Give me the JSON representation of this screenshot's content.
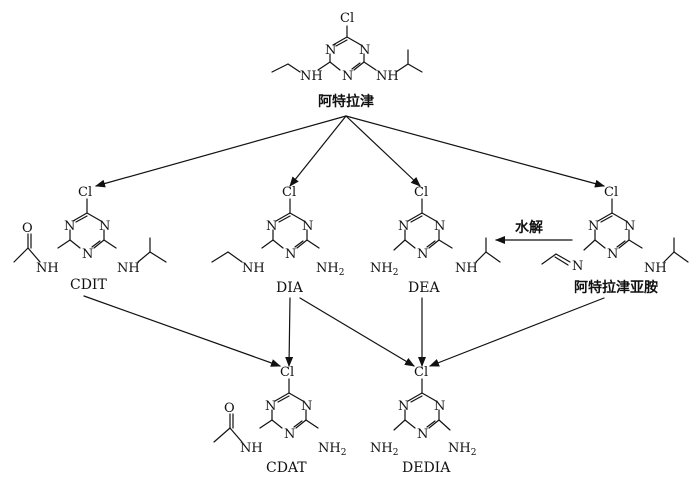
{
  "compounds": {
    "atrazine": {
      "label": "阿特拉津"
    },
    "cdit": {
      "label": "CDIT"
    },
    "dia": {
      "label": "DIA"
    },
    "dea": {
      "label": "DEA"
    },
    "imine": {
      "label": "阿特拉津亚胺"
    },
    "cdat": {
      "label": "CDAT"
    },
    "dedia": {
      "label": "DEDIA"
    }
  },
  "atoms": {
    "cl": "Cl",
    "n": "N",
    "nh": "NH",
    "nh_h": "H",
    "nh2_n": "NH",
    "nh2_sub": "2",
    "o": "O"
  },
  "reactions": {
    "hydrolysis": "水解"
  }
}
